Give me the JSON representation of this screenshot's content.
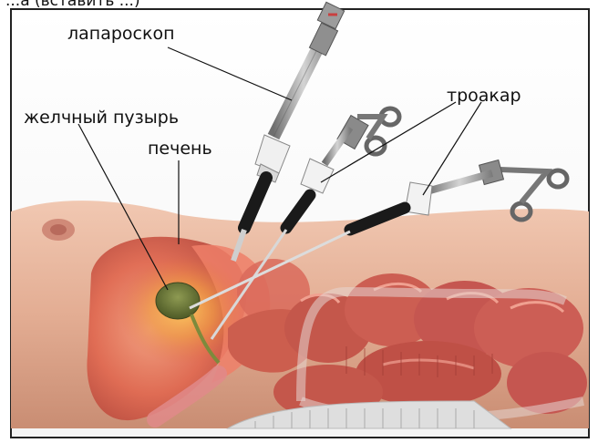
{
  "top_caption": "...а (вставить ...)",
  "labels": {
    "laparoscope": "лапароскоп",
    "trocar": "троакар",
    "gallbladder": "желчный пузырь",
    "liver": "печень"
  },
  "colors": {
    "skin": "#e8b49a",
    "skin_shadow": "#c98a70",
    "intestine": "#c95a4e",
    "intestine_light": "#e27d6c",
    "liver": "#e8665a",
    "gallbladder": "#6d7a3a",
    "metal": "#9a9a9a",
    "leader_line": "#111111"
  }
}
